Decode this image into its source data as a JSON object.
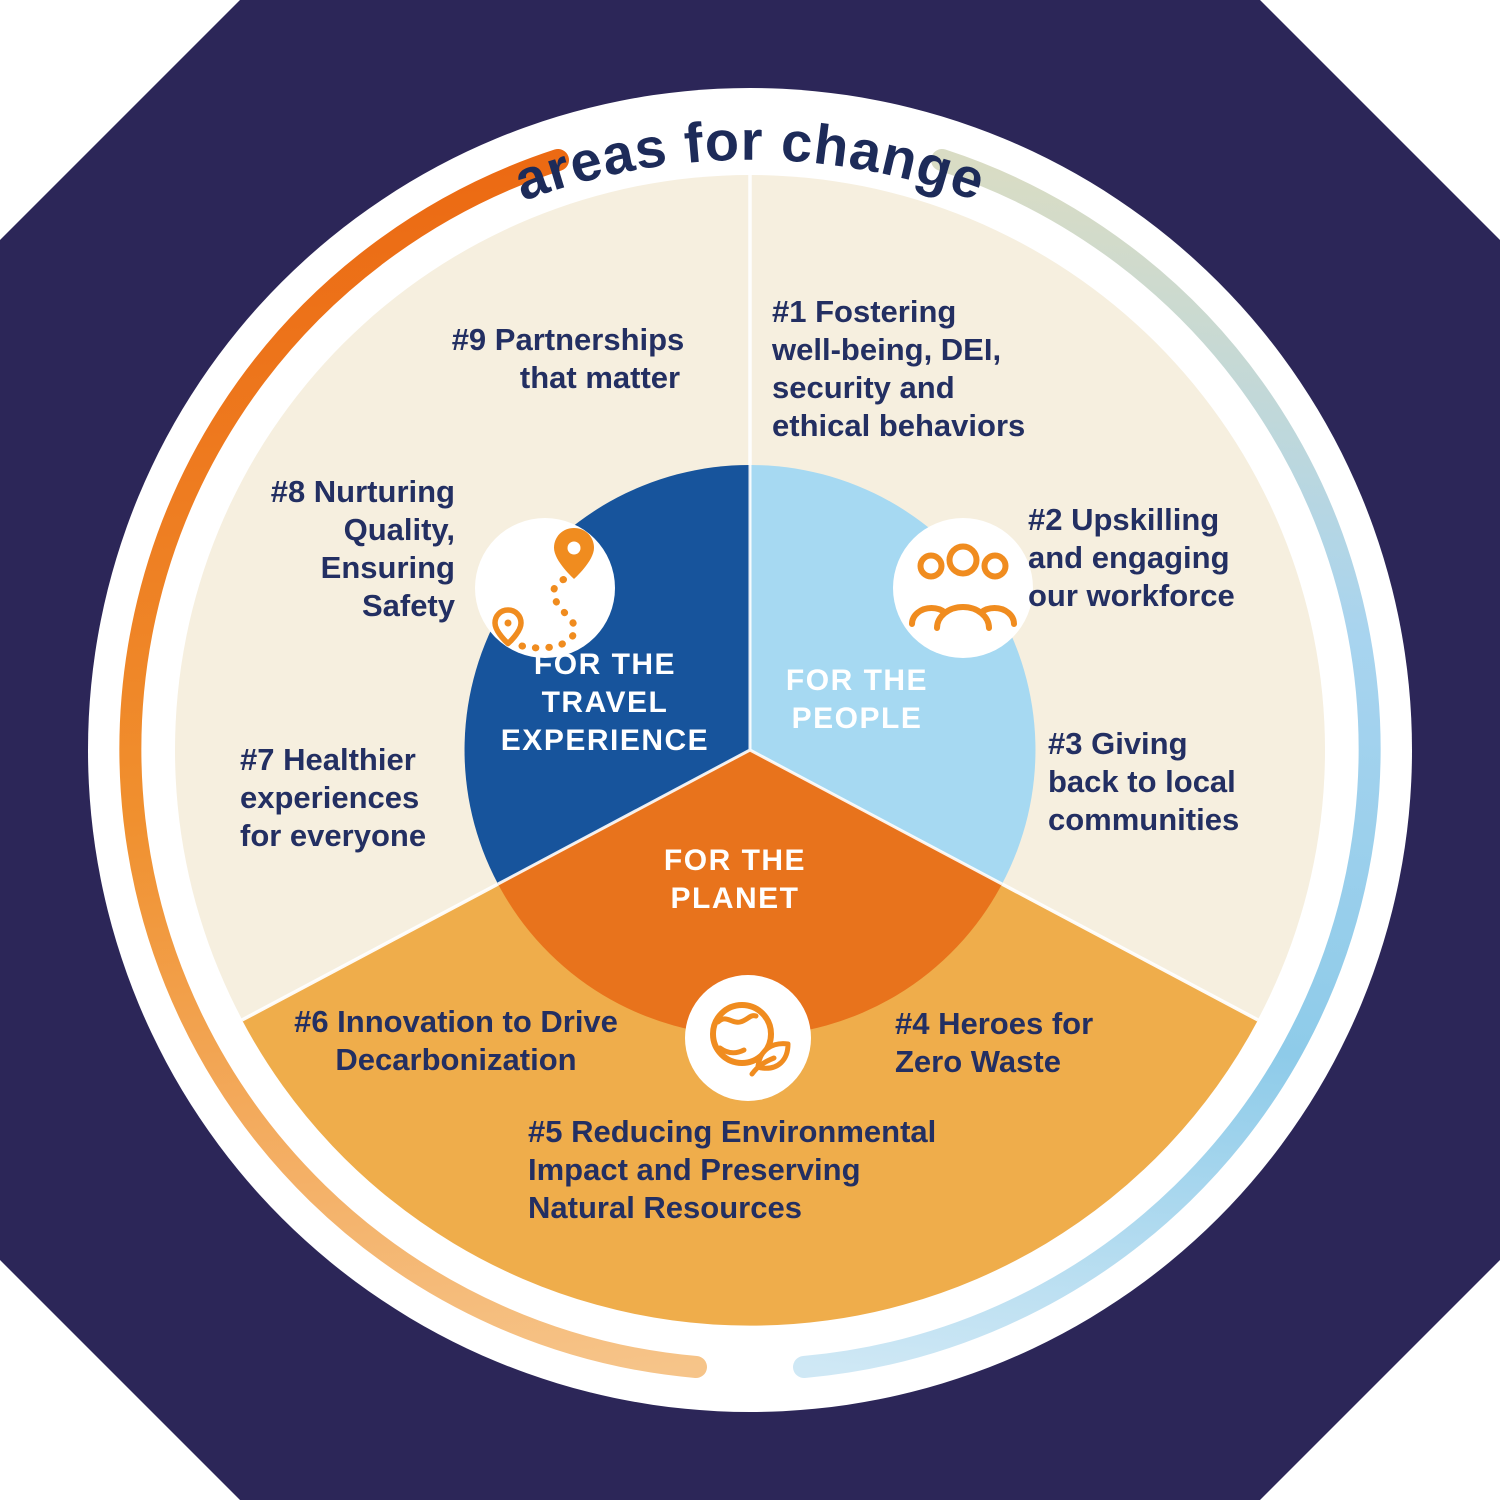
{
  "title": "areas for change",
  "colors": {
    "background": "#2c2658",
    "navy_text": "#232f62",
    "title_text": "#1d2b59",
    "cream": "#f6efdf",
    "amber": "#efad4b",
    "dark_blue": "#17549c",
    "light_blue": "#a6d9f2",
    "orange": "#e8731c",
    "icon_orange": "#f08c1f",
    "arc_orange_start": "#ec6a13",
    "arc_orange_end": "#f6c489",
    "arc_blue_start": "#d9dcc4",
    "arc_blue_mid": "#8ecbe9",
    "arc_blue_end": "#cfe8f5"
  },
  "segments": {
    "travel": {
      "lines": [
        "FOR THE",
        "TRAVEL",
        "EXPERIENCE"
      ],
      "icon": "route-pins-icon"
    },
    "people": {
      "lines": [
        "FOR THE",
        "PEOPLE"
      ],
      "icon": "people-group-icon"
    },
    "planet": {
      "lines": [
        "FOR THE",
        "PLANET"
      ],
      "icon": "globe-leaf-icon"
    }
  },
  "areas": [
    {
      "id": 1,
      "lines": [
        "#1 Fostering",
        "well-being, DEI,",
        "security and",
        "ethical behaviors"
      ]
    },
    {
      "id": 2,
      "lines": [
        "#2 Upskilling",
        "and engaging",
        "our workforce"
      ]
    },
    {
      "id": 3,
      "lines": [
        "#3 Giving",
        "back to local",
        "communities"
      ]
    },
    {
      "id": 4,
      "lines": [
        "#4 Heroes for",
        "Zero Waste"
      ]
    },
    {
      "id": 5,
      "lines": [
        "#5 Reducing Environmental",
        "Impact and Preserving",
        "Natural Resources"
      ]
    },
    {
      "id": 6,
      "lines": [
        "#6 Innovation to Drive",
        "Decarbonization"
      ]
    },
    {
      "id": 7,
      "lines": [
        "#7 Healthier",
        "experiences",
        "for everyone"
      ]
    },
    {
      "id": 8,
      "lines": [
        "#8 Nurturing",
        "Quality,",
        "Ensuring",
        "Safety"
      ]
    },
    {
      "id": 9,
      "lines": [
        "#9 Partnerships",
        "that matter"
      ]
    }
  ]
}
